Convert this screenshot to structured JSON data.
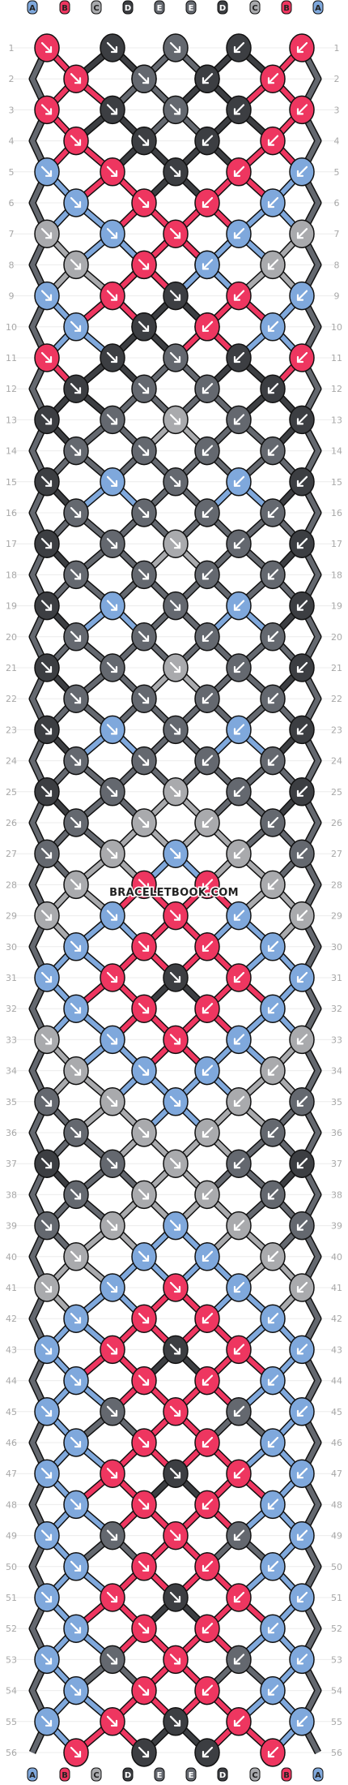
{
  "watermark": "BRACELETBOOK.COM",
  "strand_letters": [
    "A",
    "B",
    "C",
    "D",
    "E",
    "E",
    "D",
    "C",
    "B",
    "A"
  ],
  "row_count": 56,
  "colors": {
    "A": "#7fa8dc",
    "B": "#ee3660",
    "C": "#a9aaad",
    "D": "#3c3e42",
    "E": "#64686f"
  },
  "knot_grid": [
    [
      "B",
      "D",
      "E",
      "D",
      "B"
    ],
    [
      "B",
      "D",
      "E",
      "E",
      "D",
      "B"
    ],
    [
      "B",
      "D",
      "E",
      "D",
      "B"
    ],
    [
      "B",
      "D",
      "D",
      "B"
    ],
    [
      "A",
      "B",
      "D",
      "B",
      "A"
    ],
    [
      "A",
      "B",
      "B",
      "A"
    ],
    [
      "C",
      "A",
      "B",
      "A",
      "C"
    ],
    [
      "C",
      "A",
      "B",
      "B",
      "A",
      "C"
    ],
    [
      "A",
      "B",
      "D",
      "B",
      "A"
    ],
    [
      "A",
      "B",
      "D",
      "D",
      "B",
      "A"
    ],
    [
      "B",
      "D",
      "E",
      "D",
      "B"
    ],
    [
      "D",
      "E",
      "E",
      "D"
    ],
    [
      "D",
      "E",
      "C",
      "E",
      "D"
    ],
    [
      "E",
      "E",
      "E",
      "E"
    ],
    [
      "D",
      "A",
      "E",
      "A",
      "D"
    ],
    [
      "E",
      "E",
      "E",
      "E"
    ],
    [
      "D",
      "E",
      "C",
      "E",
      "D"
    ],
    [
      "E",
      "E",
      "E",
      "E"
    ],
    [
      "D",
      "A",
      "E",
      "A",
      "D"
    ],
    [
      "E",
      "E",
      "E",
      "E"
    ],
    [
      "D",
      "E",
      "C",
      "E",
      "D"
    ],
    [
      "E",
      "E",
      "E",
      "E"
    ],
    [
      "D",
      "A",
      "E",
      "A",
      "D"
    ],
    [
      "E",
      "E",
      "E",
      "E"
    ],
    [
      "D",
      "E",
      "C",
      "E",
      "D"
    ],
    [
      "E",
      "C",
      "C",
      "E"
    ],
    [
      "E",
      "C",
      "A",
      "C",
      "E"
    ],
    [
      "C",
      "B",
      "B",
      "C"
    ],
    [
      "C",
      "A",
      "B",
      "A",
      "C"
    ],
    [
      "A",
      "B",
      "B",
      "A"
    ],
    [
      "A",
      "B",
      "D",
      "B",
      "A"
    ],
    [
      "A",
      "B",
      "B",
      "A"
    ],
    [
      "C",
      "A",
      "B",
      "A",
      "C"
    ],
    [
      "C",
      "A",
      "A",
      "C"
    ],
    [
      "E",
      "C",
      "A",
      "C",
      "E"
    ],
    [
      "E",
      "C",
      "C",
      "E"
    ],
    [
      "D",
      "E",
      "C",
      "E",
      "D"
    ],
    [
      "E",
      "C",
      "C",
      "E"
    ],
    [
      "E",
      "C",
      "A",
      "C",
      "E"
    ],
    [
      "C",
      "A",
      "A",
      "C"
    ],
    [
      "C",
      "A",
      "B",
      "A",
      "C"
    ],
    [
      "A",
      "B",
      "B",
      "A"
    ],
    [
      "A",
      "B",
      "D",
      "B",
      "A"
    ],
    [
      "A",
      "B",
      "B",
      "A"
    ],
    [
      "A",
      "E",
      "B",
      "E",
      "A"
    ],
    [
      "A",
      "B",
      "B",
      "A"
    ],
    [
      "A",
      "B",
      "D",
      "B",
      "A"
    ],
    [
      "A",
      "B",
      "B",
      "A"
    ],
    [
      "A",
      "E",
      "B",
      "E",
      "A"
    ],
    [
      "A",
      "B",
      "B",
      "A"
    ],
    [
      "A",
      "B",
      "D",
      "B",
      "A"
    ],
    [
      "A",
      "B",
      "B",
      "A"
    ],
    [
      "A",
      "E",
      "B",
      "E",
      "A"
    ],
    [
      "A",
      "B",
      "B",
      "A"
    ],
    [
      "A",
      "B",
      "D",
      "B",
      "A"
    ],
    [
      "B",
      "D",
      "D",
      "B"
    ]
  ]
}
